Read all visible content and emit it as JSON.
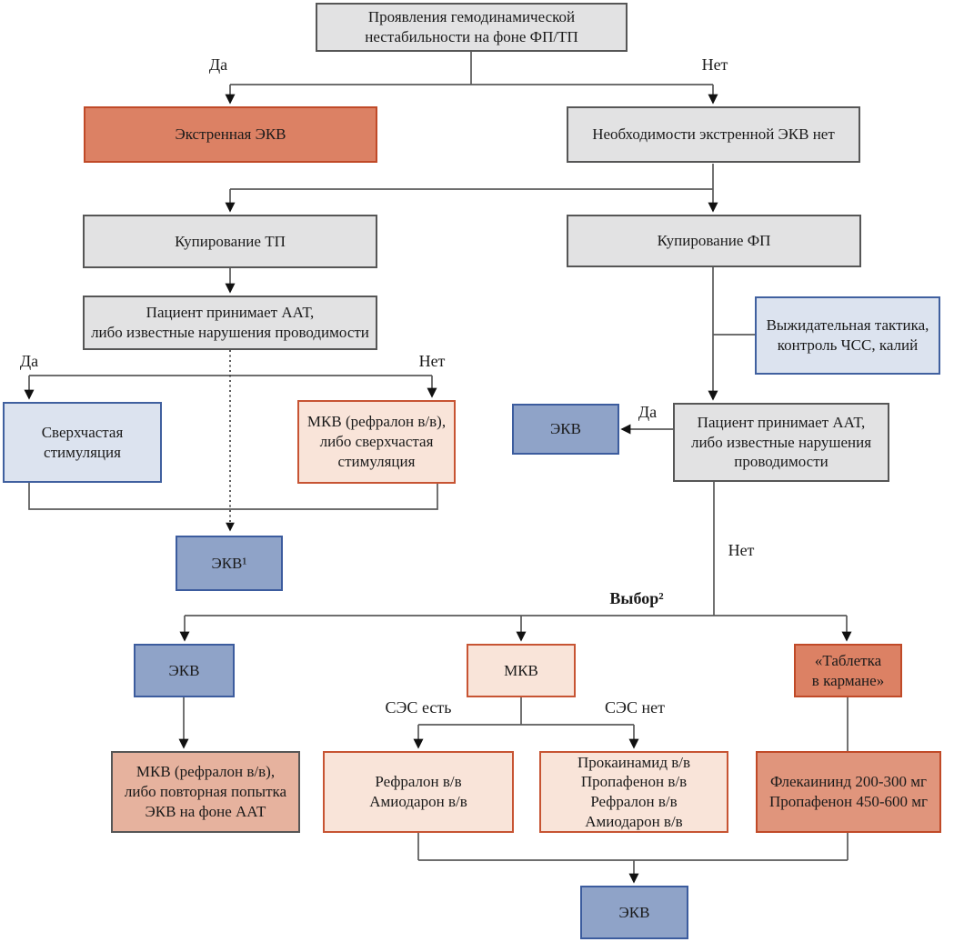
{
  "diagram": {
    "type": "flowchart",
    "language": "ru",
    "nodes": {
      "start": {
        "label": "Проявления гемодинамической\nнестабильности на фоне ФП/ТП",
        "style": "gray"
      },
      "urgent_ecv": {
        "label": "Экстренная ЭКВ",
        "style": "salmon"
      },
      "no_urgent_ecv": {
        "label": "Необходимости экстренной ЭКВ нет",
        "style": "gray"
      },
      "stop_tp": {
        "label": "Купирование ТП",
        "style": "gray"
      },
      "stop_fp": {
        "label": "Купирование ФП",
        "style": "gray"
      },
      "patient_aat_tp": {
        "label": "Пациент принимает ААТ,\nлибо известные нарушения проводимости",
        "style": "gray"
      },
      "overdrive_pacing": {
        "label": "Сверхчастая\nстимуляция",
        "style": "lightblue"
      },
      "mkv_or_overdrive": {
        "label": "МКВ (рефралон в/в),\nлибо сверхчастая\nстимуляция",
        "style": "peach"
      },
      "ecv_1": {
        "label": "ЭКВ¹",
        "style": "blue"
      },
      "wait_tactics": {
        "label": "Выжидательная тактика,\nконтроль ЧСС, калий",
        "style": "lightblue"
      },
      "patient_aat_fp": {
        "label": "Пациент принимает ААТ,\nлибо известные нарушения\nпроводимости",
        "style": "gray"
      },
      "ecv_yes": {
        "label": "ЭКВ",
        "style": "blue"
      },
      "ecv_choice": {
        "label": "ЭКВ",
        "style": "blue"
      },
      "mkv_choice": {
        "label": "МКВ",
        "style": "peach"
      },
      "pill_in_pocket": {
        "label": "«Таблетка\nв кармане»",
        "style": "salmon"
      },
      "mkv_retry": {
        "label": "МКВ (рефралон в/в),\nлибо повторная попытка\nЭКВ на фоне ААТ",
        "style": "peach-dark"
      },
      "refralon_amiodarone": {
        "label": "Рефралон в/в\nАмиодарон в/в",
        "style": "peach"
      },
      "procainamide_list": {
        "label": "Прокаинамид в/в\nПропафенон в/в\nРефралон в/в\nАмиодарон в/в",
        "style": "peach"
      },
      "flecainide_doses": {
        "label": "Флекаининд 200-300 мг\nПропафенон 450-600 мг",
        "style": "salmon-medium"
      },
      "ecv_final": {
        "label": "ЭКВ",
        "style": "blue"
      }
    },
    "edge_labels": {
      "yes_top": "Да",
      "no_top": "Нет",
      "yes_tp": "Да",
      "no_tp": "Нет",
      "yes_fp": "Да",
      "no_fp": "Нет",
      "choice": "Выбор²",
      "ses_present": "СЭС есть",
      "ses_absent": "СЭС нет"
    },
    "colors": {
      "gray_fill": "#e2e2e3",
      "gray_border": "#565656",
      "salmon_fill": "#dc8164",
      "salmon_border": "#c04a28",
      "salmon_medium_fill": "#e0957c",
      "peach_fill": "#f9e4d9",
      "peach_border": "#c75433",
      "peach_dark_fill": "#e6b29e",
      "lightblue_fill": "#dce3ef",
      "lightblue_border": "#40609f",
      "blue_fill": "#8fa3c8",
      "blue_border": "#3c5c9e",
      "line": "#595959",
      "text": "#1a1a1a"
    }
  }
}
